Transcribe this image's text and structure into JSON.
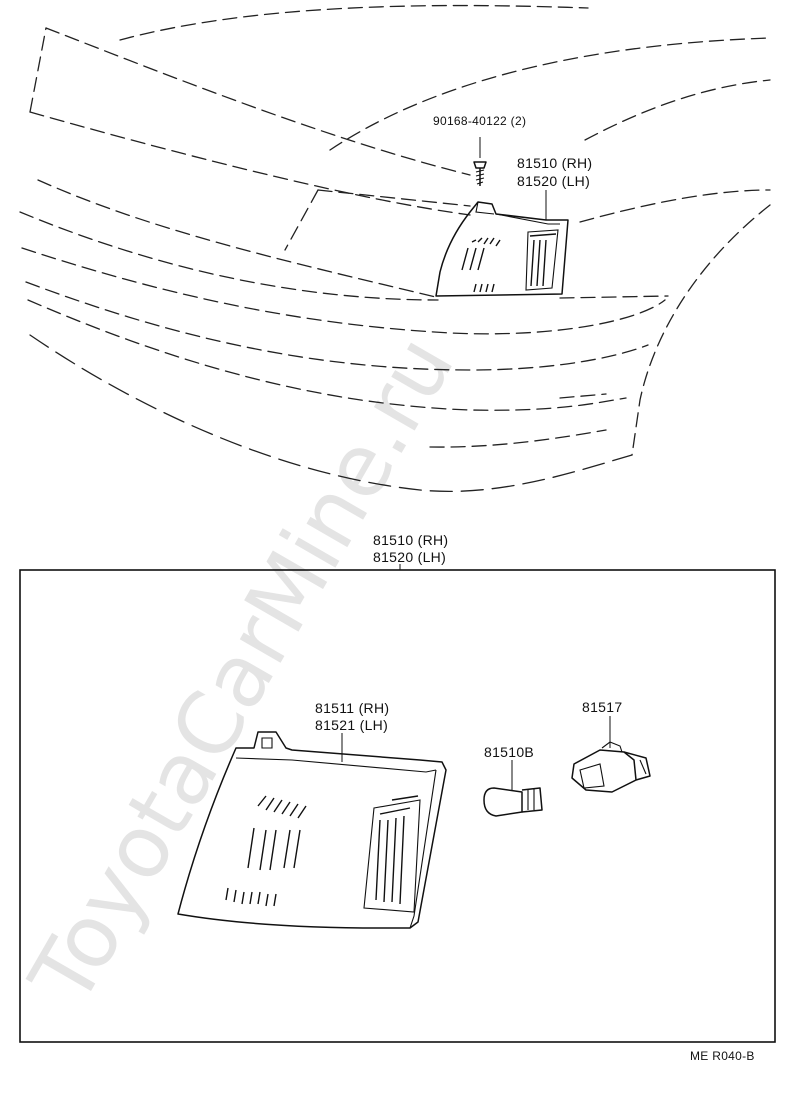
{
  "watermark": "ToyotaCarMine.ru",
  "top_view": {
    "screw_label": "90168-40122 (2)",
    "lamp_label_rh": "81510 (RH)",
    "lamp_label_lh": "81520 (LH)"
  },
  "assembly_box": {
    "title_rh": "81510 (RH)",
    "title_lh": "81520 (LH)",
    "lens_label_rh": "81511 (RH)",
    "lens_label_lh": "81521 (LH)",
    "bulb_label": "81510B",
    "socket_label": "81517"
  },
  "figure_code": "ME R040-B"
}
